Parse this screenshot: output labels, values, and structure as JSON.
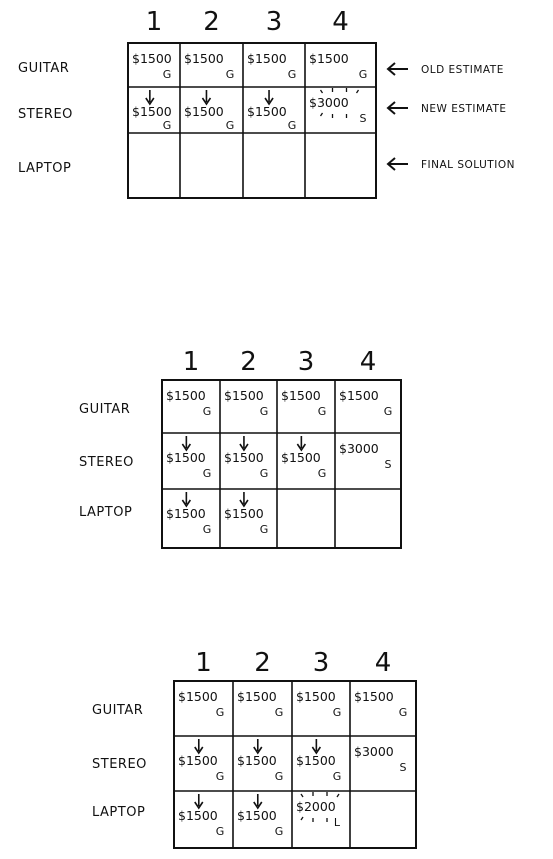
{
  "columns": [
    "1",
    "2",
    "3",
    "4"
  ],
  "rows": [
    "GUITAR",
    "STEREO",
    "LAPTOP"
  ],
  "annotations": [
    "OLD ESTIMATE",
    "NEW ESTIMATE",
    "FINAL SOLUTION"
  ],
  "grids": [
    {
      "cells": [
        [
          {
            "v": "$1500",
            "tag": "G"
          },
          {
            "v": "$1500",
            "tag": "G"
          },
          {
            "v": "$1500",
            "tag": "G"
          },
          {
            "v": "$1500",
            "tag": "G"
          }
        ],
        [
          {
            "v": "$1500",
            "tag": "G",
            "arrow": true
          },
          {
            "v": "$1500",
            "tag": "G",
            "arrow": true
          },
          {
            "v": "$1500",
            "tag": "G",
            "arrow": true
          },
          {
            "v": "$3000",
            "tag": "S",
            "highlight": true
          }
        ],
        [
          {
            "v": "",
            "tag": ""
          },
          {
            "v": "",
            "tag": ""
          },
          {
            "v": "",
            "tag": ""
          },
          {
            "v": "",
            "tag": ""
          }
        ]
      ]
    },
    {
      "cells": [
        [
          {
            "v": "$1500",
            "tag": "G"
          },
          {
            "v": "$1500",
            "tag": "G"
          },
          {
            "v": "$1500",
            "tag": "G"
          },
          {
            "v": "$1500",
            "tag": "G"
          }
        ],
        [
          {
            "v": "$1500",
            "tag": "G",
            "arrow": true
          },
          {
            "v": "$1500",
            "tag": "G",
            "arrow": true
          },
          {
            "v": "$1500",
            "tag": "G",
            "arrow": true
          },
          {
            "v": "$3000",
            "tag": "S"
          }
        ],
        [
          {
            "v": "$1500",
            "tag": "G",
            "arrow": true
          },
          {
            "v": "$1500",
            "tag": "G",
            "arrow": true
          },
          {
            "v": "",
            "tag": ""
          },
          {
            "v": "",
            "tag": ""
          }
        ]
      ]
    },
    {
      "cells": [
        [
          {
            "v": "$1500",
            "tag": "G"
          },
          {
            "v": "$1500",
            "tag": "G"
          },
          {
            "v": "$1500",
            "tag": "G"
          },
          {
            "v": "$1500",
            "tag": "G"
          }
        ],
        [
          {
            "v": "$1500",
            "tag": "G",
            "arrow": true
          },
          {
            "v": "$1500",
            "tag": "G",
            "arrow": true
          },
          {
            "v": "$1500",
            "tag": "G",
            "arrow": true
          },
          {
            "v": "$3000",
            "tag": "S"
          }
        ],
        [
          {
            "v": "$1500",
            "tag": "G",
            "arrow": true
          },
          {
            "v": "$1500",
            "tag": "G",
            "arrow": true
          },
          {
            "v": "$2000",
            "tag": "L",
            "highlight": true
          },
          {
            "v": "",
            "tag": ""
          }
        ]
      ]
    }
  ]
}
